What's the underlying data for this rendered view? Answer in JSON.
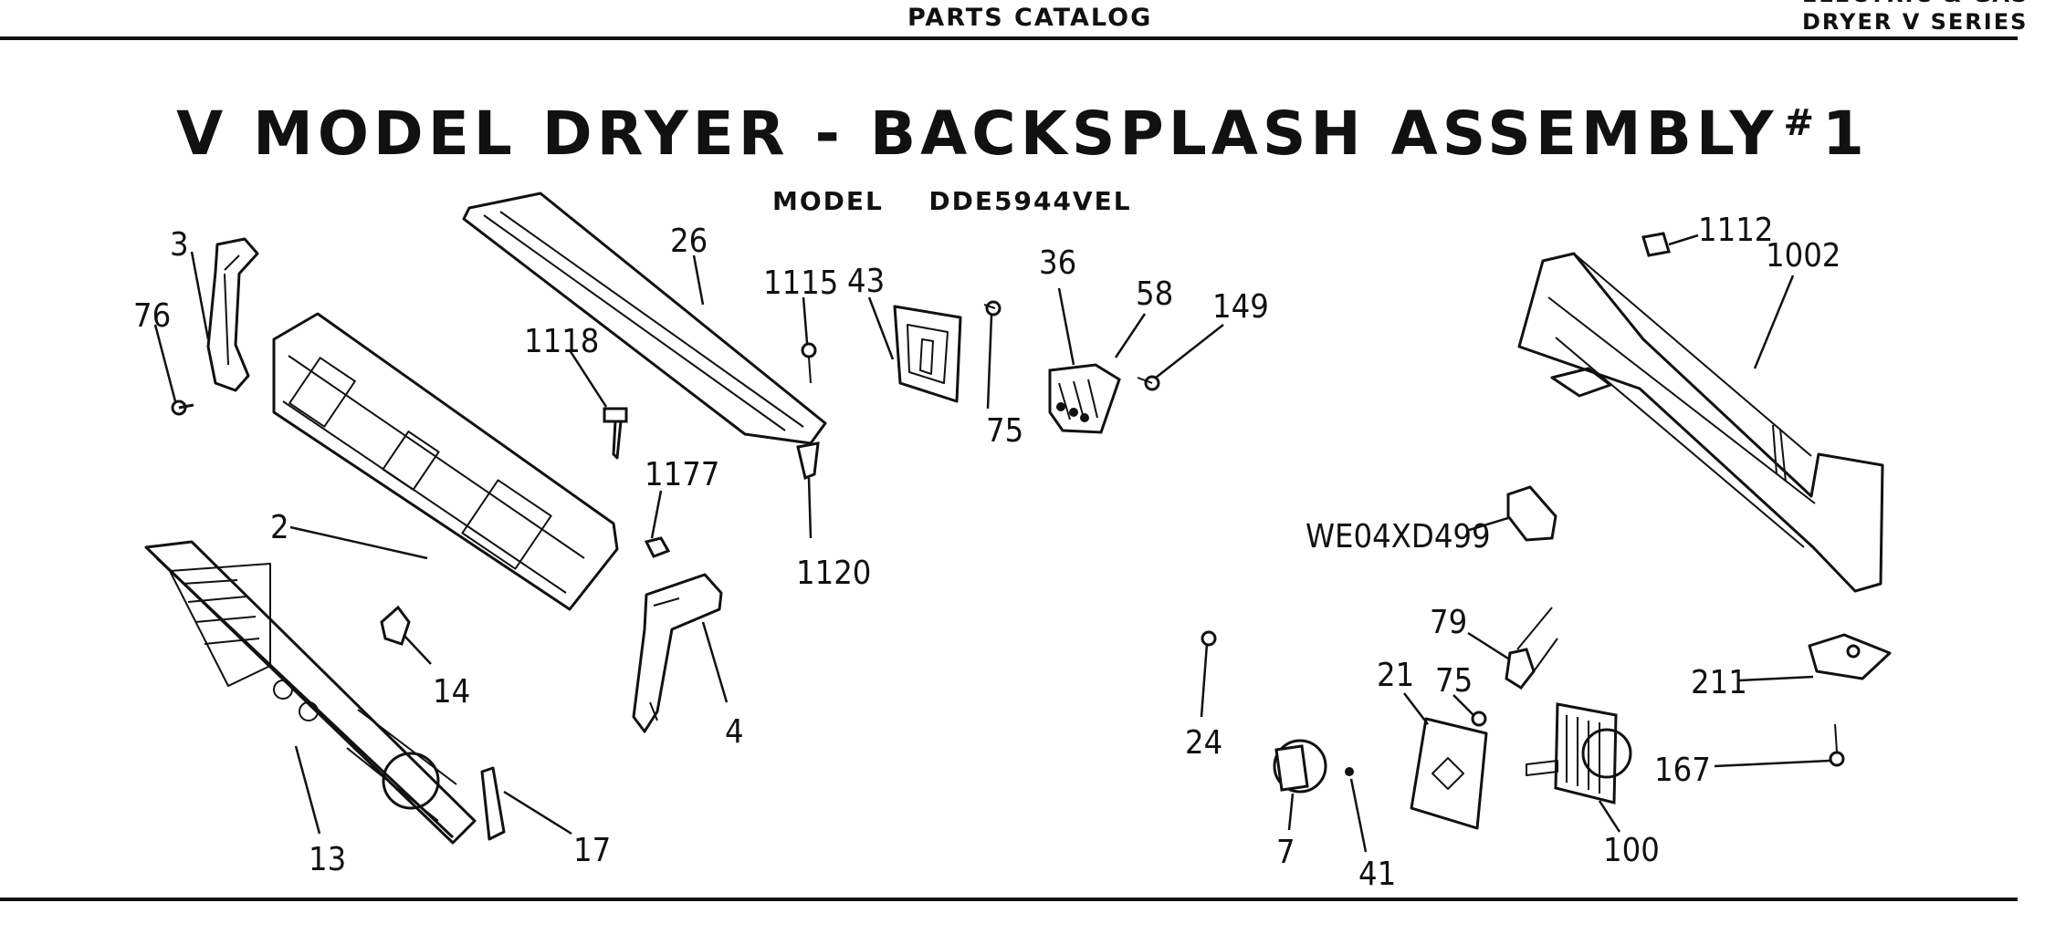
{
  "header": {
    "center": "PARTS CATALOG",
    "right_line1": "ELECTRIC & GAS",
    "right_line2": "DRYER V SERIES"
  },
  "title": {
    "text": "V MODEL DRYER - BACKSPLASH ASSEMBLY",
    "hash": "#",
    "number": "1"
  },
  "model": {
    "label": "MODEL",
    "value": "DDE5944VEL"
  },
  "parts": [
    {
      "ref": "3"
    },
    {
      "ref": "76"
    },
    {
      "ref": "2"
    },
    {
      "ref": "26"
    },
    {
      "ref": "1118"
    },
    {
      "ref": "1115"
    },
    {
      "ref": "1120"
    },
    {
      "ref": "1177"
    },
    {
      "ref": "43"
    },
    {
      "ref": "75"
    },
    {
      "ref": "36"
    },
    {
      "ref": "58"
    },
    {
      "ref": "149"
    },
    {
      "ref": "14"
    },
    {
      "ref": "4"
    },
    {
      "ref": "13"
    },
    {
      "ref": "17"
    },
    {
      "ref": "1112"
    },
    {
      "ref": "1002"
    },
    {
      "ref": "WE04XD499"
    },
    {
      "ref": "79"
    },
    {
      "ref": "21"
    },
    {
      "ref": "75"
    },
    {
      "ref": "24"
    },
    {
      "ref": "211"
    },
    {
      "ref": "167"
    },
    {
      "ref": "7"
    },
    {
      "ref": "41"
    },
    {
      "ref": "100"
    }
  ]
}
